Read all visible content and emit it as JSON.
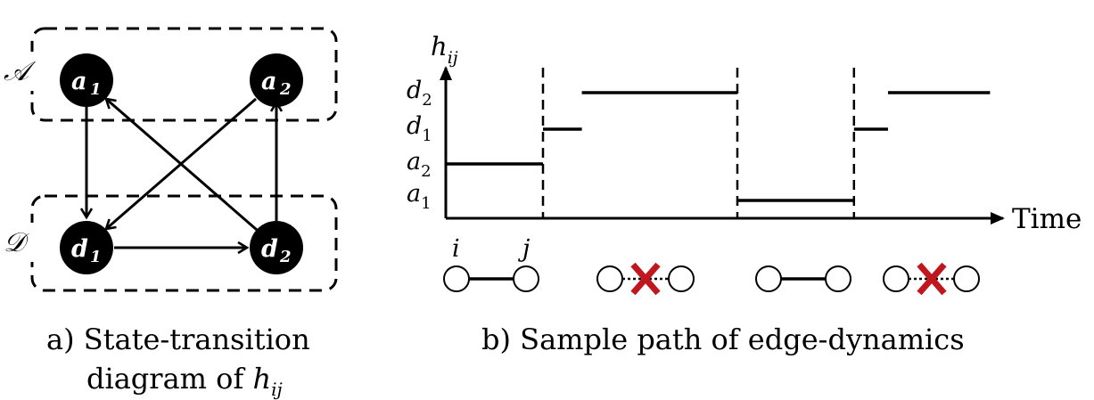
{
  "state_diagram": {
    "groups": [
      {
        "id": "active",
        "label": "𝒜"
      },
      {
        "id": "dormant",
        "label": "𝒟"
      }
    ],
    "nodes": [
      {
        "id": "a1",
        "base": "a",
        "sub": "1"
      },
      {
        "id": "a2",
        "base": "a",
        "sub": "2"
      },
      {
        "id": "d1",
        "base": "d",
        "sub": "1"
      },
      {
        "id": "d2",
        "base": "d",
        "sub": "2"
      }
    ],
    "transitions": [
      {
        "from": "a1",
        "to": "d1"
      },
      {
        "from": "d1",
        "to": "d2"
      },
      {
        "from": "d2",
        "to": "a2"
      },
      {
        "from": "a2",
        "to": "d1"
      },
      {
        "from": "d2",
        "to": "a1"
      }
    ],
    "caption_line1": "a) State-transition",
    "caption_line2_prefix": "diagram of ",
    "caption_var": "h",
    "caption_var_sub": "ij"
  },
  "sample_path": {
    "y_axis_label": "h",
    "y_axis_label_sub": "ij",
    "x_axis_label": "Time",
    "levels": [
      {
        "base": "d",
        "sub": "2"
      },
      {
        "base": "d",
        "sub": "1"
      },
      {
        "base": "a",
        "sub": "2"
      },
      {
        "base": "a",
        "sub": "1"
      }
    ],
    "segments": [
      {
        "state": "a2",
        "x_start": 0.0,
        "x_end": 1.0
      },
      {
        "state": "d1",
        "x_start": 1.0,
        "x_end": 1.4
      },
      {
        "state": "d2",
        "x_start": 1.4,
        "x_end": 3.0
      },
      {
        "state": "a1",
        "x_start": 3.0,
        "x_end": 4.2
      },
      {
        "state": "d1",
        "x_start": 4.2,
        "x_end": 4.55
      },
      {
        "state": "d2",
        "x_start": 4.55,
        "x_end": 5.6
      }
    ],
    "switch_times": [
      1.0,
      3.0,
      4.2
    ],
    "edge_states": [
      {
        "connected": true,
        "node_i": "i",
        "node_j": "j"
      },
      {
        "connected": false
      },
      {
        "connected": true
      },
      {
        "connected": false
      }
    ],
    "caption": "b) Sample path of edge-dynamics"
  },
  "colors": {
    "ink": "#000000",
    "cross": "#c0171f",
    "node_fill": "#000000"
  }
}
